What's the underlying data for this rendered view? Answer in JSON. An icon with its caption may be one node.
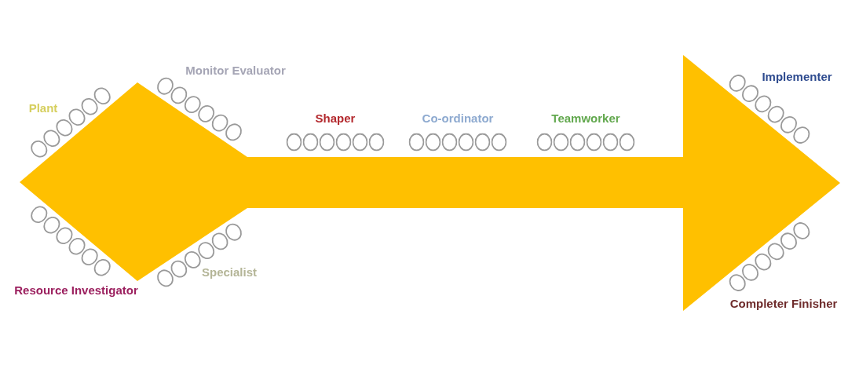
{
  "diagram": {
    "labels": [
      "Plant",
      "Monitor Evaluator",
      "Shaper",
      "Co-ordinator",
      "Teamworker",
      "Implementer",
      "Resource Investigator",
      "Specialist",
      "Completer Finisher"
    ]
  }
}
